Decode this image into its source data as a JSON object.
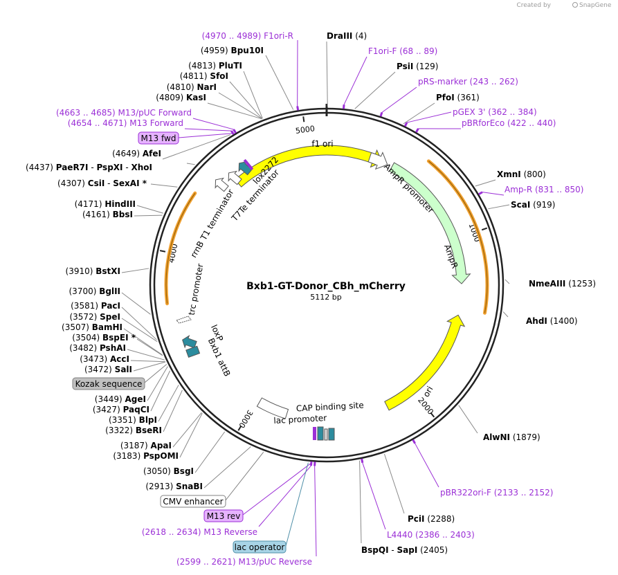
{
  "plasmid": {
    "name": "Bxb1-GT-Donor_CBh_mCherry",
    "length_label": "5112 bp",
    "total_bp": 5112
  },
  "credit": {
    "prefix": "Created by",
    "brand": "SnapGene"
  },
  "ticks": [
    {
      "bp": 1000,
      "label": "1000"
    },
    {
      "bp": 2000,
      "label": "2000"
    },
    {
      "bp": 3000,
      "label": "3000"
    },
    {
      "bp": 4000,
      "label": "4000"
    },
    {
      "bp": 5000,
      "label": "5000"
    }
  ],
  "features": [
    {
      "name": "f1 ori",
      "type": "arrow",
      "color": "#ffff00",
      "start": 4530,
      "end": 345,
      "dir": "cw",
      "label": "f1 ori"
    },
    {
      "name": "AmpR",
      "type": "arrow",
      "color": "#ccffcc",
      "start": 410,
      "end": 1270,
      "dir": "cw",
      "label": "AmpR"
    },
    {
      "name": "AmpR promoter",
      "type": "arrow",
      "color": "#ffffff",
      "start": 265,
      "end": 380,
      "dir": "cw",
      "label": "AmpR promoter"
    },
    {
      "name": "ori",
      "type": "arrow",
      "color": "#ffff00",
      "start": 2180,
      "end": 1460,
      "dir": "ccw",
      "label": "ori"
    },
    {
      "name": "lac promoter",
      "type": "box",
      "color": "#ffffff",
      "start": 2800,
      "end": 2980,
      "label": "lac promoter"
    },
    {
      "name": "CAP binding site",
      "type": "label",
      "label": "CAP binding site"
    },
    {
      "name": "trc promoter",
      "type": "label",
      "label": "trc promoter"
    },
    {
      "name": "rrnB T1 terminator",
      "type": "label",
      "label": "rrnB T1 terminator"
    },
    {
      "name": "T7Te terminator",
      "type": "label",
      "label": "T7Te terminator"
    },
    {
      "name": "lox2272",
      "type": "label",
      "label": "lox2272"
    },
    {
      "name": "loxP",
      "type": "label",
      "label": "loxP"
    },
    {
      "name": "Bxb1 attB",
      "type": "label",
      "label": "Bxb1 attB"
    }
  ],
  "orange_arcs": [
    {
      "start": 560,
      "end": 1420
    },
    {
      "start": 3740,
      "end": 4330
    }
  ],
  "enzymes": [
    {
      "name": "DraIII",
      "pos": "(4)",
      "bp": 4
    },
    {
      "name": "PsiI",
      "pos": "(129)",
      "bp": 129
    },
    {
      "name": "PfoI",
      "pos": "(361)",
      "bp": 361
    },
    {
      "name": "XmnI",
      "pos": "(800)",
      "bp": 800
    },
    {
      "name": "ScaI",
      "pos": "(919)",
      "bp": 919
    },
    {
      "name": "NmeAIII",
      "pos": "(1253)",
      "bp": 1253
    },
    {
      "name": "AhdI",
      "pos": "(1400)",
      "bp": 1400
    },
    {
      "name": "AlwNI",
      "pos": "(1879)",
      "bp": 1879
    },
    {
      "name": "PciI",
      "pos": "(2288)",
      "bp": 2288
    },
    {
      "name": "BspQI - SapI",
      "names": [
        "BspQI",
        "SapI"
      ],
      "pos": "(2405)",
      "bp": 2405
    },
    {
      "name": "SnaBI",
      "pos": "(2913)",
      "bp": 2913
    },
    {
      "name": "BsgI",
      "pos": "(3050)",
      "bp": 3050
    },
    {
      "name": "PspOMI",
      "pos": "(3183)",
      "bp": 3183
    },
    {
      "name": "ApaI",
      "pos": "(3187)",
      "bp": 3187
    },
    {
      "name": "BseRI",
      "pos": "(3322)",
      "bp": 3322
    },
    {
      "name": "BlpI",
      "pos": "(3351)",
      "bp": 3351
    },
    {
      "name": "PaqCI",
      "pos": "(3427)",
      "bp": 3427
    },
    {
      "name": "AgeI",
      "pos": "(3449)",
      "bp": 3449
    },
    {
      "name": "SalI",
      "pos": "(3472)",
      "bp": 3472
    },
    {
      "name": "AccI",
      "pos": "(3473)",
      "bp": 3473
    },
    {
      "name": "PshAI",
      "pos": "(3482)",
      "bp": 3482
    },
    {
      "name": "BspEI",
      "star": "*",
      "pos": "(3504)",
      "bp": 3504
    },
    {
      "name": "BamHI",
      "pos": "(3507)",
      "bp": 3507
    },
    {
      "name": "SpeI",
      "pos": "(3572)",
      "bp": 3572
    },
    {
      "name": "PacI",
      "pos": "(3581)",
      "bp": 3581
    },
    {
      "name": "BglII",
      "pos": "(3700)",
      "bp": 3700
    },
    {
      "name": "BstXI",
      "pos": "(3910)",
      "bp": 3910
    },
    {
      "name": "BbsI",
      "pos": "(4161)",
      "bp": 4161
    },
    {
      "name": "HindIII",
      "pos": "(4171)",
      "bp": 4171
    },
    {
      "name": "CsiI - SexAI",
      "names": [
        "CsiI",
        "SexAI"
      ],
      "star": "*",
      "pos": "(4307)",
      "bp": 4307
    },
    {
      "name": "PaeR7I - PspXI - XhoI",
      "names": [
        "PaeR7I",
        "PspXI",
        "XhoI"
      ],
      "pos": "(4437)",
      "bp": 4437
    },
    {
      "name": "AfeI",
      "pos": "(4649)",
      "bp": 4649
    },
    {
      "name": "KasI",
      "pos": "(4809)",
      "bp": 4809
    },
    {
      "name": "NarI",
      "pos": "(4810)",
      "bp": 4810
    },
    {
      "name": "SfoI",
      "pos": "(4811)",
      "bp": 4811
    },
    {
      "name": "PluTI",
      "pos": "(4813)",
      "bp": 4813
    },
    {
      "name": "Bpu10I",
      "pos": "(4959)",
      "bp": 4959
    }
  ],
  "primers": [
    {
      "name": "F1ori-R",
      "range": "(4970 .. 4989)",
      "bp": 4980
    },
    {
      "name": "F1ori-F",
      "range": "(68 .. 89)",
      "bp": 78
    },
    {
      "name": "pRS-marker",
      "range": "(243 .. 262)",
      "bp": 252
    },
    {
      "name": "pGEX 3'",
      "range": "(362 .. 384)",
      "bp": 373
    },
    {
      "name": "pBRforEco",
      "range": "(422 .. 440)",
      "bp": 431
    },
    {
      "name": "Amp-R",
      "range": "(831 .. 850)",
      "bp": 840
    },
    {
      "name": "pBR322ori-F",
      "range": "(2133 .. 2152)",
      "bp": 2142
    },
    {
      "name": "L4440",
      "range": "(2386 .. 2403)",
      "bp": 2394
    },
    {
      "name": "M13/pUC Reverse",
      "range": "(2599 .. 2621)",
      "bp": 2610
    },
    {
      "name": "M13 Reverse",
      "range": "(2618 .. 2634)",
      "bp": 2626
    },
    {
      "name": "M13 Forward",
      "range": "(4654 .. 4671)",
      "bp": 4662
    },
    {
      "name": "M13/pUC Forward",
      "range": "(4663 .. 4685)",
      "bp": 4674
    }
  ],
  "badges": [
    {
      "name": "M13 fwd",
      "fill": "#e6b3ff",
      "stroke": "#9b2fd6",
      "bp": 4660
    },
    {
      "name": "Kozak sequence",
      "fill": "#c0c0c0",
      "stroke": "#808080",
      "bp": 3460
    },
    {
      "name": "CMV enhancer",
      "fill": "#ffffff",
      "stroke": "#808080",
      "bp": 2850
    },
    {
      "name": "M13 rev",
      "fill": "#e6b3ff",
      "stroke": "#9b2fd6",
      "bp": 2626
    },
    {
      "name": "lac operator",
      "fill": "#a8d4e6",
      "stroke": "#4f8fa8",
      "bp": 2640
    }
  ],
  "colors": {
    "primer": "#9b2fd6",
    "backbone": "#222222",
    "orange": "#f0a030"
  }
}
